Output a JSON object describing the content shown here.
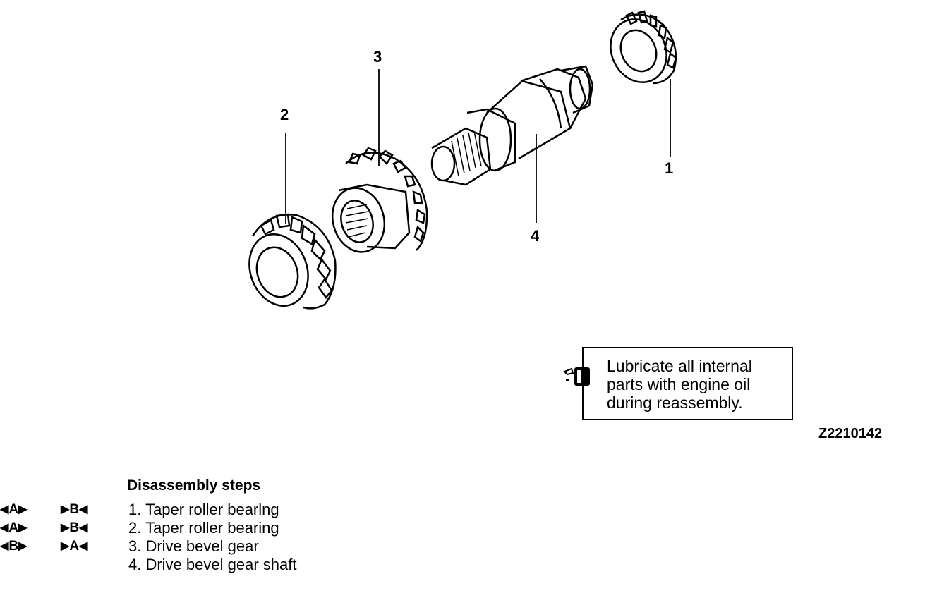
{
  "callouts": [
    {
      "label": "1"
    },
    {
      "label": "2"
    },
    {
      "label": "3"
    },
    {
      "label": "4"
    }
  ],
  "note": {
    "icon": "oil-can-icon",
    "lines": [
      "Lubricate all internal",
      "parts with engine oil",
      "during reassembly."
    ]
  },
  "figure_id": "Z2210142",
  "steps": {
    "title": "Disassembly steps",
    "items": [
      {
        "text": "1. Taper roller bearlng",
        "mark1": "A",
        "mark2": "B"
      },
      {
        "text": "2. Taper roller bearing",
        "mark1": "A",
        "mark2": "B"
      },
      {
        "text": "3. Drive bevel gear",
        "mark1": "B",
        "mark2": "A"
      },
      {
        "text": "4. Drive bevel gear shaft",
        "mark1": "",
        "mark2": ""
      }
    ]
  }
}
